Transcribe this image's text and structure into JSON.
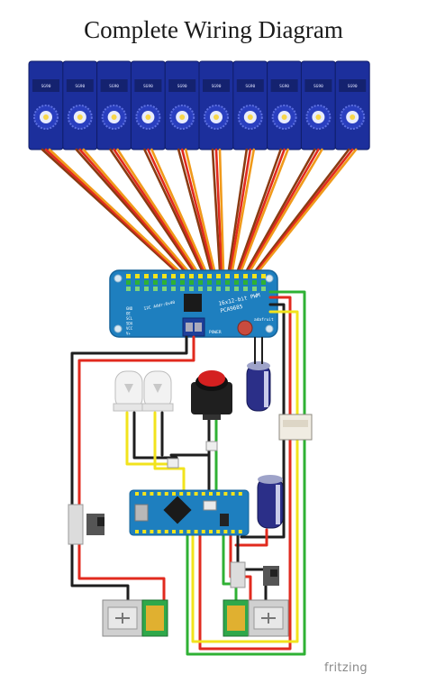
{
  "title": "Complete Wiring Diagram",
  "brand": "fritzing",
  "servo_count": 10,
  "servo_label": "SG90",
  "pwm_board": {
    "name": "16x12-bit PWM",
    "chip": "PCA9685",
    "maker": "adafruit",
    "bus": "I2C Addr:0x40",
    "left_pins": [
      "GND",
      "OE",
      "SCL",
      "SDA",
      "VCC",
      "V+"
    ],
    "power_label": "POWER"
  },
  "colors": {
    "servo_body": "#1c2f9c",
    "board": "#1e7fbf",
    "wire_red": "#e12a1e",
    "wire_orange": "#f09a1a",
    "wire_brown": "#8a3b12",
    "wire_black": "#1e1e1e",
    "wire_yellow": "#f2e31c",
    "wire_green": "#2fb134",
    "button_cap": "#d42020",
    "capacitor": "#2b2f88"
  }
}
